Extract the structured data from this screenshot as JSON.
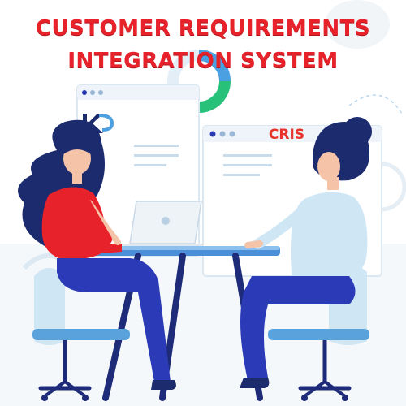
{
  "heading": {
    "line1": "CUSTOMER REQUIREMENTS",
    "line2": "INTEGRATION SYSTEM"
  },
  "window_label": "CRIS",
  "logo_text": "K",
  "colors": {
    "title_red": "#e8222a",
    "shirt_red": "#e8222a",
    "hair": "#1c2a6e",
    "pants_blue": "#2b3bb8",
    "light_blue": "#cfe6f5",
    "accent_green": "#27c17a",
    "ring_blue": "#4aa0e0"
  }
}
